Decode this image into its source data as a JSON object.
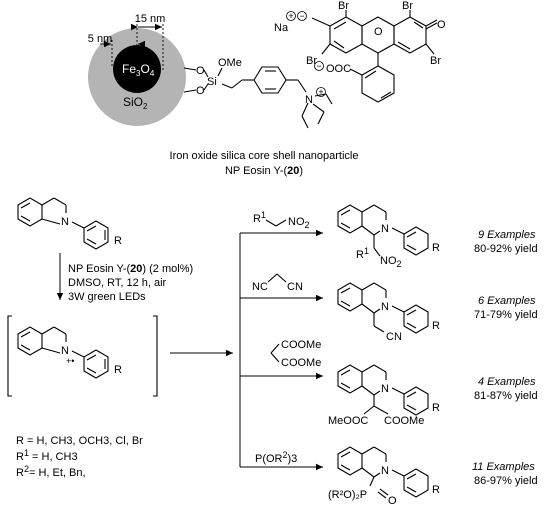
{
  "np": {
    "dim_15": "15 nm",
    "dim_5": "5 nm",
    "core": "Fe",
    "core_sub1": "3",
    "core_o": "O",
    "core_sub2": "4",
    "shell": "SiO",
    "shell_sub": "2",
    "si_label": "Si",
    "ome": "OMe",
    "o_atom": "O",
    "n_plus": "N",
    "na": "Na",
    "plus": "+",
    "minus": "−",
    "br": "Br",
    "coo": "OOC",
    "caption_line1": "Iron oxide silica core shell nanoparticle",
    "caption_line2_prefix": "NP Eosin Y-(",
    "caption_line2_num": "20",
    "caption_line2_suffix": ")"
  },
  "conditions": {
    "line1_prefix": "NP Eosin Y-(",
    "line1_num": "20",
    "line1_suffix": ") (2 mol%)",
    "line2": "DMSO, RT, 12 h, air",
    "line3": "3W green LEDs"
  },
  "atoms": {
    "N": "N",
    "R": "R",
    "plus_dot": "+•"
  },
  "legend": {
    "line1": "R = H, CH3, OCH3, Cl, Br",
    "line2_label": "R",
    "line2_sup": "1",
    "line2_rest": " = H, CH3",
    "line3_label": "R",
    "line3_sup": "2",
    "line3_rest": "= H, Et, Bn,"
  },
  "reactions": [
    {
      "reagent": "R¹⁄NO2",
      "reagent_r": "R",
      "reagent_sup": "1",
      "reagent_group": "NO",
      "reagent_sub": "2",
      "product_sub_r": "R",
      "product_sub_sup": "1",
      "product_sub_group": "NO",
      "product_sub_subscript": "2",
      "examples": "9 Examples",
      "yield": "80-92% yield"
    },
    {
      "reagent_left": "NC",
      "reagent_right": "CN",
      "product_group": "CN",
      "examples": "6 Examples",
      "yield": "71-79% yield"
    },
    {
      "reagent_top": "COOMe",
      "reagent_bottom": "COOMe",
      "product_left": "MeOOC",
      "product_right": "COOMe",
      "examples": "4 Examples",
      "yield": "81-87% yield"
    },
    {
      "reagent_prefix": "P(OR",
      "reagent_sup": "2",
      "reagent_suffix": ")3",
      "product_group": "(R²O)₂P",
      "product_o": "O",
      "examples": "11 Examples",
      "yield": "86-97% yield"
    }
  ],
  "colors": {
    "core": "#000000",
    "shell": "#b4b4b4",
    "ink": "#000000",
    "background": "#ffffff"
  }
}
